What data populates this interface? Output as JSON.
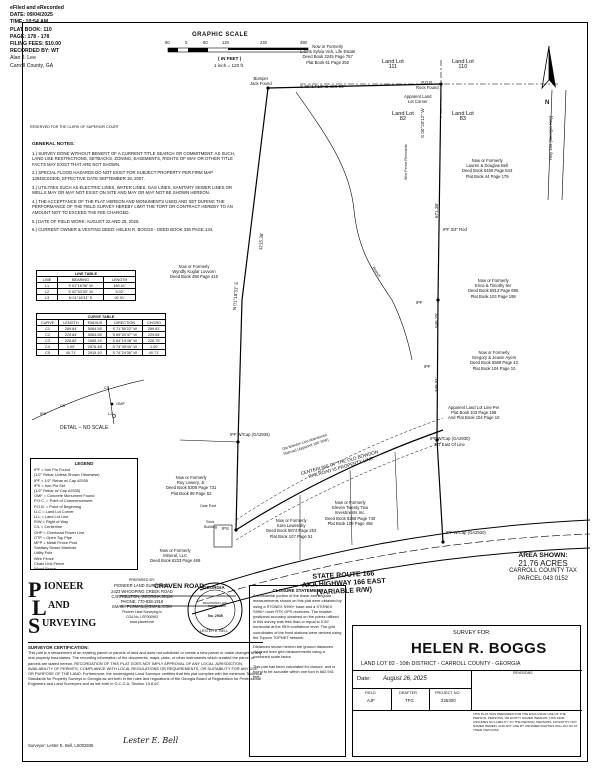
{
  "recording": {
    "lines": [
      "eFiled and eRecorded",
      "DATE: 09/04/2025",
      "TIME: 10:54 AM",
      "PLAT BOOK: 110",
      "PAGE: 178 - 178",
      "FILING FEES: $10.00",
      "RECORDED BY: WT",
      "Alan J. Lee",
      "Carroll County, GA"
    ],
    "reserved": "RESERVED FOR THE CLERK OF SUPERIOR COURT"
  },
  "scale": {
    "title": "GRAPHIC SCALE",
    "ticks": [
      "60",
      "0",
      "60",
      "120",
      "240",
      "480"
    ],
    "unit_line": "( IN FEET )",
    "ratio_line": "1 inch = 120 ft."
  },
  "north_arrow": {
    "label": "N"
  },
  "general_notes": {
    "title": "GENERAL NOTES:",
    "items": [
      "1.) SURVEY DONE WITHOUT BENEFIT OF A CURRENT TITLE SEARCH OR COMMITMENT. AS SUCH, LAND USE RESTRICTIONS, SETBACKS, ZONING, EASEMENTS, RIGHTS OF WAY OR OTHER TITLE FACTS MAY EXIST THAT ARE NOT SHOWN.",
      "2.) SPECIAL FLOOD HAZARDS DO NOT EXIST FOR SUBJECT PROPERTY PER FIRM MAP 13045C0230D, EFFECTIVE DATE SEPTEMBER 18, 2007.",
      "3.) UTILITIES SUCH AS ELECTRIC LINES, WATER LINES, GAS LINES, SANITARY SEWER LINES OR WELLS MAY OR MAY NOT EXIST ON SITE AND MAY OR MAY NOT BE SHOWN HEREON.",
      "4.) THE ACCEPTANCE OF THE PLAT HEREON AND MONUMENTS USED AND SET DURING THE PERFORMANCE OF THE FIELD SURVEY HEREBY LIMIT THE TORT OR CONTRACT HEREBY TO AN AMOUNT NOT TO EXCEED THE FEE CHARGED.",
      "5.) DATE OF FIELD WORK: AUGUST 22 AND 25, 2025.",
      "6.) CURRENT OWNER & VESTING DEED: HELEN R. BOGGS - DEED BOOK 336 PAGE 134."
    ]
  },
  "line_table": {
    "title": "LINE TABLE",
    "headers": [
      "LINE",
      "BEARING",
      "LENGTH"
    ],
    "rows": [
      [
        "L1",
        "S 01°16'36\" W",
        "160.01'"
      ],
      [
        "L2",
        "S 02°53'30\" W",
        "5.02'"
      ],
      [
        "L3",
        "N 01°16'31\" E",
        "92.91'"
      ]
    ]
  },
  "curve_table": {
    "title": "CURVE TABLE",
    "headers": [
      "CURVE",
      "LENGTH",
      "RADIUS",
      "DIRECTION",
      "CHORD"
    ],
    "rows": [
      [
        "C1",
        "269.84'",
        "5064.55'",
        "S 71°50'22\" W",
        "269.81'"
      ],
      [
        "C2",
        "229.84'",
        "5064.55'",
        "S 69°20'47\" W",
        "229.84'"
      ],
      [
        "C3",
        "226.82'",
        "1665.14'",
        "S 64°19'48\" W",
        "226.75'"
      ],
      [
        "C4",
        "1.00'",
        "2576.48'",
        "S 74°39'40\" W",
        "1.00'"
      ],
      [
        "C5",
        "40.71'",
        "2915.10'",
        "S 74°24'36\" W",
        "40.71'"
      ]
    ]
  },
  "detail": {
    "label": "DETAIL -- NO SCALE",
    "marks": [
      "IPS",
      "C5",
      "OMF",
      "C4",
      "L2"
    ]
  },
  "legend": {
    "title": "LEGEND",
    "items": [
      "IPF = Iron Pin Found",
      "(1/2\" Rebar Unless Shown Otherwise)",
      "IPF = 1/2\" Rebar w/ Cap #2935",
      "IPS = Iron Pin Set",
      "(1/2\" Rebar w/ Cap #2935)",
      "OMF = Concrete Monument Found",
      "P.O.C. = Point of Commencement",
      "P.O.B. = Point of Beginning",
      "LLC = Land Lot Corner",
      "LLL = Land Lot Line",
      "R/W = Right of Way",
      "C/L = Centerline",
      "OHP = Overhead Power Line",
      "OTP = Open Top Pipe",
      "MFP = Metal Fence Post",
      "Sanitary Sewer Manhole",
      "Utility Pole",
      "Wire Fence",
      "Chain Link Fence",
      "Wood Fence"
    ]
  },
  "firm": {
    "logo_words": [
      "IONEER",
      "AND",
      "URVEYING"
    ],
    "logo_caps": [
      "P",
      "L",
      "S"
    ],
    "prepared_by": "PREPARED BY:",
    "lines": [
      "PIONEER LAND SURVEYING",
      "2423 WHOOPING CREEK ROAD",
      "CARROLLTON, GEORGIA 30116",
      "PHONE: 770-838-1918",
      "EMAIL: PLSMAIL@GMAIL.COM",
      "Pioneer Land Surveying is",
      "COA No. LSF000963",
      "www.plsweb.net"
    ]
  },
  "seal": {
    "top": "GEORGIA",
    "middle": "REGISTERED LAND SURVEYOR",
    "number": "No. 2935",
    "name": "LESTER E. BELL"
  },
  "certification": {
    "title": "SURVEYOR CERTIFICATION:",
    "body": "This plat is a retracement of an existing parcel or parcels of land and does not subdivide or create a new parcel or make changes to any real property boundaries. The recording information of the documents, maps, plats, or other instruments which created the parcel or parcels are stated hereon. RECORDATION OF THIS PLAT DOES NOT IMPLY APPROVAL OF ANY LOCAL JURISDICTION, AVAILABILITY OF PERMITS, COMPLIANCE WITH LOCAL REGULATIONS OR REQUIREMENTS, OR SUITABILITY FOR ANY USE OR PURPOSE OF THE LAND. Furthermore, the undersigned Land Surveyor certifies that this plat complies with the minimum Technical Standards for Property Surveys in Georgia as set forth in the rules and regulations of the Georgia Board of Registration for Professional Engineers and Land Surveyors and as set forth in O.C.G.A. Section 15-6-67.",
    "signature_label": "Surveyor: Lester E. Bell, LS002935",
    "signature": "Lester E. Bell"
  },
  "closure": {
    "title": "CLOSURE STATEMENT",
    "body": "A substantial portion of the linear and angular measurements shown on this plat were obtained by using a STONEX S990+ base and a STONEX S990+ rover RTK GPS receivers. The relative positional accuracy obtained on the points utilized in this survey was less than or equal to 0.00' horizontal at the 95% confidence level. The grid coordinates of the fixed stations were derived using the Topcon TOPNET network.",
    "body2": "Distances shown hereon are ground distances obtained from grid measurements using a combined scale factor.",
    "body3": "This plat has been calculated for closure, and is found to be accurate within one foot in 662,941 feet."
  },
  "area": {
    "label": "AREA SHOWN:",
    "value": "21.76 ACRES",
    "tax1": "CARROLL COUNTY TAX",
    "tax2": "PARCEL 043 0152"
  },
  "title_block": {
    "survey_for": "SURVEY FOR:",
    "client": "HELEN R. BOGGS",
    "location": "LAND LOT 82 - 10th DISTRICT - CARROLL COUNTY - GEORGIA",
    "date_label": "Date:",
    "date": "August 26, 2025",
    "revisions": "REVISIONS",
    "field_label": "FIELD",
    "field": "AJF",
    "drafter_label": "DRAFTER",
    "drafter": "TFG",
    "project_label": "PROJECT NO.",
    "project": "225300",
    "disclaimer": "THIS PLAT WAS PREPARED FOR THE EXCLUSIVE USE OF THE PERSON, PERSONS, OR ENTITY NAMED HEREON. THIS FIRM ASSUMES NO LIABILITY TO THE PERSON, PERSONS, OR ENTITY NOT NAMED HEREIN, AND ANY USE BY UNNAMED PARTIES WILL DO SO AT THEIR OWN RISK."
  },
  "plan": {
    "land_lots": [
      "Land Lot",
      "111",
      "Land Lot",
      "110",
      "Land Lot",
      "82",
      "Land Lot",
      "83"
    ],
    "lgv": [
      "Now or Formerly",
      "L.G. & Sylvia Vick, Life Estate",
      "Deed Book 3245 Page 757",
      "Plat Book 61 Page 292"
    ],
    "bell": [
      "Now or Formerly",
      "Lauren & Douglas Bell",
      "Deed Book 5456 Page 543",
      "Plat Book 44 Page 179"
    ],
    "cullen": [
      "Now or Formerly",
      "Wyndfy Kuglar Lovvorn",
      "Deed Book 458 Page 415"
    ],
    "erica": [
      "Now or Formerly",
      "Erica & Timothy Iler",
      "Deed Book 5813 Page 685",
      "Plat Book 103 Page 198"
    ],
    "gregory": [
      "Now or Formerly",
      "Gregory & Jeanie Ayers",
      "Deed Book 5589 Page 42",
      "Plat Book 104 Page 10"
    ],
    "roy": [
      "Now or Formerly",
      "Roy Lowery, Jr.",
      "Deed Book 5308 Page 731",
      "Plat Book 99 Page 52"
    ],
    "kara": [
      "Now or Formerly",
      "Kara Lewensky",
      "Deed Book 5874 Page 253",
      "Plat Book 107 Page 51"
    ],
    "eleven": [
      "Now or Formerly",
      "Eleven Twenty Two",
      "Investments Inc.",
      "Deed Book 6286 Page 740",
      "Plat Book 109 Page 456"
    ],
    "mineral": [
      "Now or Formerly",
      "Mineral, LLC",
      "Deed Book 6233 Page 469"
    ],
    "bumper": [
      "Bumper",
      "Jack Found"
    ],
    "pob": [
      "P.O.B.",
      "Rock Found"
    ],
    "apparent_corner": [
      "Apparent Land",
      "Lot Corner"
    ],
    "apparent_line": [
      "Apparent Land Lot Line Per",
      "Plat Book 103 Page 198",
      "And Plat Book 104 Page 10"
    ],
    "ipf_rod": "IPF 3/4\" Rod",
    "ipf_cap": "IPF W/Cap (GA2930)",
    "ipf_cap2": "IPF W/Cap (GA2935)",
    "ipf": "IPF",
    "ips": "IPS",
    "ll_easting": "3.0' East Of Line",
    "bearing_top": "S 89°14'10\" E  688.90'",
    "bearing_east": "S 00°20'12\" W",
    "bearing_west": "N 01°18'31\" E",
    "dist_west": "1215.36'",
    "dist_east1": "671.38'",
    "dist_east2": "546.25'",
    "dist_east3": "345.81'",
    "railroad": [
      "CENTERLINE OF THE OLD BOWDON",
      "RAILROAD IS PROPERTY LINE"
    ],
    "railroad_aux": [
      "Old Bowdon Line Abandoned",
      "Railroad (Apparent 100' R/W)"
    ],
    "wire_fence_remnants": "Wire Fence Remnants",
    "branch": "Branch",
    "brick": [
      "Brick",
      "Building"
    ],
    "gate_post": "Gate Post",
    "road": [
      "STATE ROUTE 166",
      "AKA HIGHWAY 166 EAST",
      "(VARIABLE R/W)"
    ],
    "craven": "CRAVEN ROAD",
    "georgia_hwy": "Hwy 166 (Georgia Hwy)"
  }
}
